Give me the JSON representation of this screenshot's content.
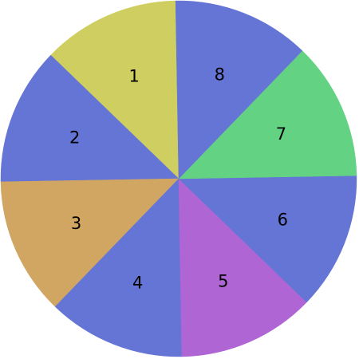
{
  "wheel": {
    "segments": [
      {
        "label": "1",
        "color": "#CFCF61"
      },
      {
        "label": "2",
        "color": "#6575D5"
      },
      {
        "label": "3",
        "color": "#D1A562"
      },
      {
        "label": "4",
        "color": "#6575D5"
      },
      {
        "label": "5",
        "color": "#AF65D3"
      },
      {
        "label": "6",
        "color": "#6575D5"
      },
      {
        "label": "7",
        "color": "#63D383"
      },
      {
        "label": "8",
        "color": "#6575D5"
      }
    ]
  }
}
